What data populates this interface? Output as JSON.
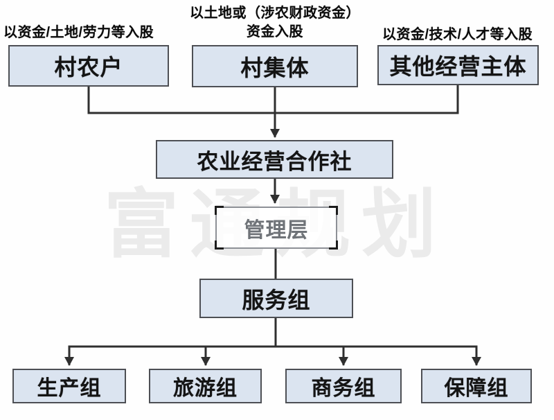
{
  "diagram": {
    "watermark": "富通规划",
    "notes": {
      "farmers": "以资金/土地/劳力等入股",
      "collective_line1": "以土地或（涉农财政资金）",
      "collective_line2": "资金入股",
      "others": "以资金/技术/人才等入股"
    },
    "nodes": {
      "farmers": "村农户",
      "collective": "村集体",
      "others": "其他经营主体",
      "cooperative": "农业经营合作社",
      "management": "管理层",
      "service": "服务组",
      "production": "生产组",
      "tourism": "旅游组",
      "business": "商务组",
      "support": "保障组"
    },
    "colors": {
      "box_fill": "#dbe4f0",
      "box_border": "#4d4f54",
      "line": "#2f2f2f",
      "management_fill": "#ffffff",
      "management_text": "#6f7378",
      "watermark_text": "#e8e8e8"
    }
  }
}
